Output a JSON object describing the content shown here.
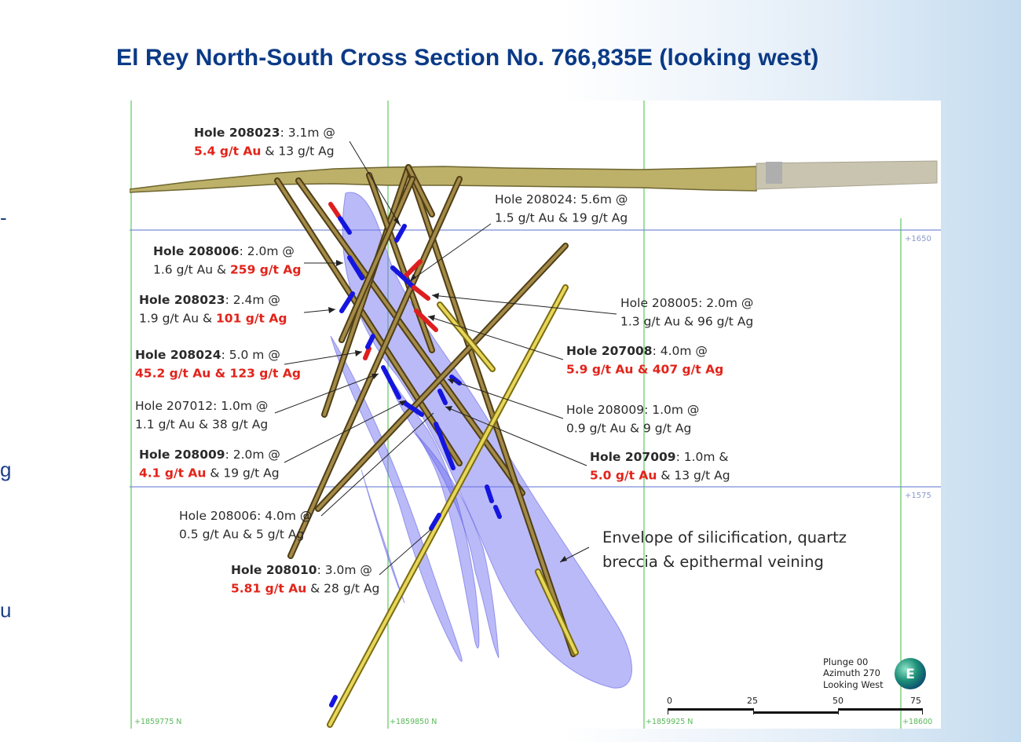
{
  "title": "El Rey North-South Cross Section No. 766,835E (looking west)",
  "grid": {
    "northings": [
      "+1859775 N",
      "+1859850 N",
      "+1859925 N",
      "+18600"
    ],
    "elevations": [
      "+1650",
      "+1575"
    ]
  },
  "callouts": [
    {
      "id": "c1",
      "lines": [
        [
          {
            "t": "Hole 208023",
            "s": "b"
          },
          {
            "t": ": 3.1m @"
          }
        ],
        [
          {
            "t": "5.4 g/t Au",
            "s": "r"
          },
          {
            "t": " & 13 g/t Ag"
          }
        ]
      ]
    },
    {
      "id": "c2",
      "lines": [
        [
          {
            "t": "Hole 208024: 5.6m @"
          }
        ],
        [
          {
            "t": "1.5 g/t Au & 19 g/t Ag"
          }
        ]
      ]
    },
    {
      "id": "c3",
      "lines": [
        [
          {
            "t": "Hole 208006",
            "s": "b"
          },
          {
            "t": ": 2.0m @"
          }
        ],
        [
          {
            "t": "1.6 g/t Au & "
          },
          {
            "t": "259 g/t Ag",
            "s": "r"
          }
        ]
      ]
    },
    {
      "id": "c4",
      "lines": [
        [
          {
            "t": "Hole 208023",
            "s": "b"
          },
          {
            "t": ": 2.4m @"
          }
        ],
        [
          {
            "t": "1.9 g/t Au & "
          },
          {
            "t": "101 g/t Ag",
            "s": "r"
          }
        ]
      ]
    },
    {
      "id": "c5",
      "lines": [
        [
          {
            "t": "Hole 208005: 2.0m @"
          }
        ],
        [
          {
            "t": "1.3 g/t Au & 96 g/t Ag"
          }
        ]
      ]
    },
    {
      "id": "c6",
      "lines": [
        [
          {
            "t": "Hole 208024",
            "s": "b"
          },
          {
            "t": ": 5.0 m @"
          }
        ],
        [
          {
            "t": "45.2 g/t Au & 123 g/t Ag",
            "s": "r"
          }
        ]
      ]
    },
    {
      "id": "c7",
      "lines": [
        [
          {
            "t": "Hole 207008",
            "s": "b"
          },
          {
            "t": ": 4.0m @"
          }
        ],
        [
          {
            "t": "5.9 g/t Au & 407 g/t Ag",
            "s": "r"
          }
        ]
      ]
    },
    {
      "id": "c8",
      "lines": [
        [
          {
            "t": "Hole 207012: 1.0m @"
          }
        ],
        [
          {
            "t": "1.1 g/t Au & 38 g/t Ag"
          }
        ]
      ]
    },
    {
      "id": "c9",
      "lines": [
        [
          {
            "t": "Hole 208009: 1.0m @"
          }
        ],
        [
          {
            "t": "0.9 g/t Au & 9 g/t Ag"
          }
        ]
      ]
    },
    {
      "id": "c10",
      "lines": [
        [
          {
            "t": "Hole 208009",
            "s": "b"
          },
          {
            "t": ": 2.0m @"
          }
        ],
        [
          {
            "t": "4.1 g/t Au",
            "s": "r"
          },
          {
            "t": " & 19 g/t Ag"
          }
        ]
      ]
    },
    {
      "id": "c11",
      "lines": [
        [
          {
            "t": "Hole 207009",
            "s": "b"
          },
          {
            "t": ": 1.0m &"
          }
        ],
        [
          {
            "t": "5.0 g/t Au",
            "s": "r"
          },
          {
            "t": " & 13 g/t Ag"
          }
        ]
      ]
    },
    {
      "id": "c12",
      "lines": [
        [
          {
            "t": "Hole 208006: 4.0m @"
          }
        ],
        [
          {
            "t": "0.5 g/t Au & 5 g/t Ag"
          }
        ]
      ]
    },
    {
      "id": "c13",
      "lines": [
        [
          {
            "t": "Hole 208010",
            "s": "b"
          },
          {
            "t": ": 3.0m @"
          }
        ],
        [
          {
            "t": "5.81 g/t Au",
            "s": "r"
          },
          {
            "t": " & 28 g/t Ag"
          }
        ]
      ]
    }
  ],
  "envelope": {
    "line1": "Envelope of silicification, quartz",
    "line2": "breccia & epithermal veining"
  },
  "orientation": {
    "plunge": "Plunge 00",
    "azimuth": "Azimuth 270",
    "looking": "Looking West",
    "compass": "E"
  },
  "scale": {
    "labels": [
      "0",
      "25",
      "50",
      "75"
    ]
  },
  "edge_marks": [
    "-",
    "g",
    "u"
  ],
  "colors": {
    "title": "#0b3a86",
    "highlight": "#e2231a",
    "grid_line": "#5ec85e",
    "elevation_line": "#7b8ed8",
    "envelope": "#6f6ff0",
    "drill_brown": "#8a7032",
    "drill_yellow": "#d6c23a",
    "mineral_blue": "#1515e0",
    "mineral_red": "#dd1f1f"
  }
}
